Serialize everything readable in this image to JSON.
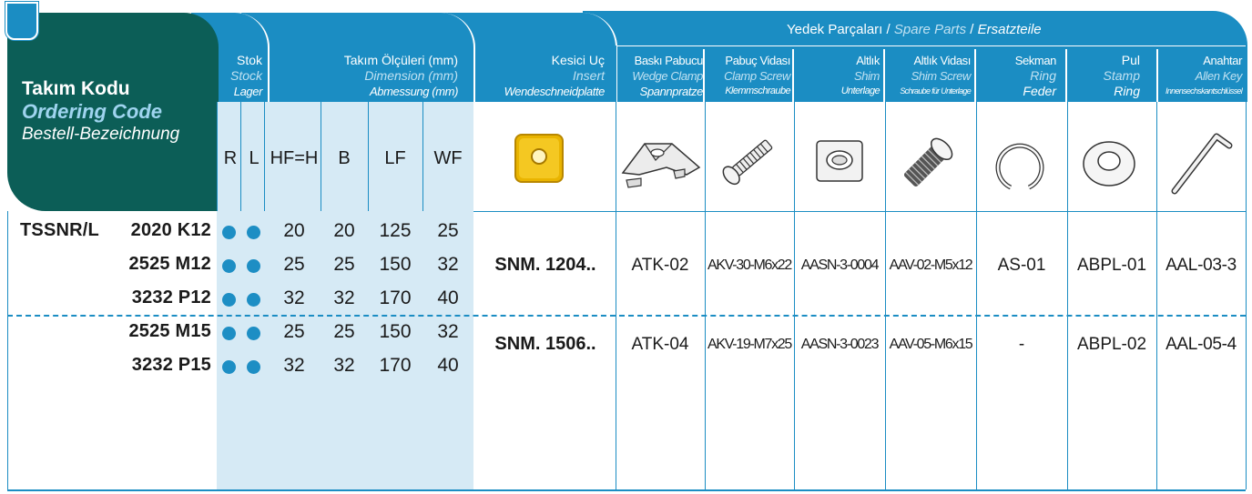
{
  "colors": {
    "accent": "#1b8dc3",
    "dark": "#0c5e57",
    "shade": "#d6eaf5",
    "dot": "#1d8ec4",
    "insert": "#e9b400"
  },
  "header": {
    "ordering": {
      "tr": "Takım Kodu",
      "en": "Ordering Code",
      "de": "Bestell-Bezeichnung"
    },
    "stock": {
      "tr": "Stok",
      "en": "Stock",
      "de": "Lager"
    },
    "dimension": {
      "tr": "Takım Ölçüleri (mm)",
      "en": "Dimension (mm)",
      "de": "Abmessung (mm)"
    },
    "insert": {
      "tr": "Kesici Uç",
      "en": "Insert",
      "de": "Wendeschneidplatte"
    },
    "spare": {
      "tr": "Yedek Parçaları",
      "sep1": " / ",
      "en": "Spare Parts",
      "sep2": " / ",
      "de": "Ersatzteile"
    },
    "parts": [
      {
        "tr": "Baskı Pabucu",
        "en": "Wedge Clamp",
        "de": "Spannpratze"
      },
      {
        "tr": "Pabuç Vidası",
        "en": "Clamp Screw",
        "de": "Klemmschraube"
      },
      {
        "tr": "Altlık",
        "en": "Shim",
        "de": "Unterlage"
      },
      {
        "tr": "Altlık Vidası",
        "en": "Shim Screw",
        "de": "Schraube für Unterlage"
      },
      {
        "tr": "Sekman",
        "en": "Ring",
        "de": "Feder"
      },
      {
        "tr": "Pul",
        "en": "Stamp",
        "de": "Ring"
      },
      {
        "tr": "Anahtar",
        "en": "Allen Key",
        "de": "Innensechskantschlüssel"
      }
    ],
    "cols": {
      "r": "R",
      "l": "L",
      "hf": "HF=H",
      "b": "B",
      "lf": "LF",
      "wf": "WF"
    }
  },
  "prefix": "TSSNR/L",
  "rows": [
    {
      "code": "2020 K12",
      "hf": "20",
      "b": "20",
      "lf": "125",
      "wf": "25"
    },
    {
      "code": "2525 M12",
      "hf": "25",
      "b": "25",
      "lf": "150",
      "wf": "32"
    },
    {
      "code": "3232 P12",
      "hf": "32",
      "b": "32",
      "lf": "170",
      "wf": "40"
    },
    {
      "code": "2525 M15",
      "hf": "25",
      "b": "25",
      "lf": "150",
      "wf": "32"
    },
    {
      "code": "3232 P15",
      "hf": "32",
      "b": "32",
      "lf": "170",
      "wf": "40"
    }
  ],
  "groups": [
    {
      "insert": "SNM. 1204..",
      "parts": [
        "ATK-02",
        "AKV-30-M6x22",
        "AASN-3-0004",
        "AAV-02-M5x12",
        "AS-01",
        "ABPL-01",
        "AAL-03-3"
      ]
    },
    {
      "insert": "SNM. 1506..",
      "parts": [
        "ATK-04",
        "AKV-19-M7x25",
        "AASN-3-0023",
        "AAV-05-M6x15",
        "-",
        "ABPL-02",
        "AAL-05-4"
      ]
    }
  ]
}
